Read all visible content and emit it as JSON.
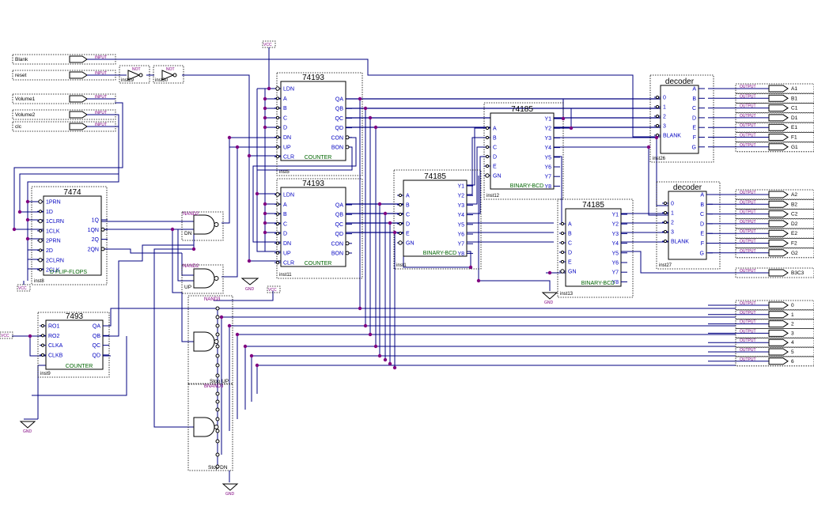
{
  "chips": {
    "u5": {
      "part": "74193",
      "inst": "inst5",
      "title": "COUNTER",
      "pins_left": [
        "LDN",
        "A",
        "B",
        "C",
        "D",
        "DN",
        "UP",
        "CLR"
      ],
      "pins_right": [
        "QA",
        "QB",
        "QC",
        "QD",
        "CON",
        "BON"
      ]
    },
    "u11": {
      "part": "74193",
      "inst": "inst11",
      "title": "COUNTER",
      "pins_left": [
        "LDN",
        "A",
        "B",
        "C",
        "D",
        "DN",
        "UP",
        "CLR"
      ],
      "pins_right": [
        "QA",
        "QB",
        "QC",
        "QD",
        "CON",
        "BON"
      ]
    },
    "u12": {
      "part": "74185",
      "inst": "inst12",
      "title": "BINARY-BCD",
      "pins_left": [
        "A",
        "B",
        "C",
        "D",
        "E",
        "GN"
      ],
      "pins_right": [
        "Y1",
        "Y2",
        "Y3",
        "Y4",
        "Y5",
        "Y6",
        "Y7",
        "Y8"
      ]
    },
    "u1": {
      "part": "74185",
      "inst": "inst1",
      "title": "BINARY-BCD",
      "pins_left": [
        "A",
        "B",
        "C",
        "D",
        "E",
        "GN"
      ],
      "pins_right": [
        "Y1",
        "Y2",
        "Y3",
        "Y4",
        "Y5",
        "Y6",
        "Y7",
        "Y8"
      ]
    },
    "u13": {
      "part": "74185",
      "inst": "inst13",
      "title": "BINARY-BCD",
      "pins_left": [
        "A",
        "B",
        "C",
        "D",
        "E",
        "GN"
      ],
      "pins_right": [
        "Y1",
        "Y2",
        "Y3",
        "Y4",
        "Y5",
        "Y6",
        "Y7",
        "Y8"
      ]
    },
    "ff": {
      "part": "7474",
      "inst": "inst8",
      "title": "D FLIP-FLOPS",
      "pins_left": [
        "1PRN",
        "1D",
        "1CLRN",
        "1CLK",
        "2PRN",
        "2D",
        "2CLRN",
        "2CLK"
      ],
      "pins_right": [
        "1Q",
        "1QN",
        "2Q",
        "2QN"
      ]
    },
    "cnt": {
      "part": "7493",
      "inst": "inst9",
      "title": "COUNTER",
      "pins_left": [
        "RO1",
        "RO2",
        "CLKA",
        "CLKB"
      ],
      "pins_right": [
        "QA",
        "QB",
        "QC",
        "QD"
      ]
    },
    "dec1": {
      "part": "decoder",
      "inst": "inst26",
      "pins_left": [
        "0",
        "1",
        "2",
        "3",
        "BLANK"
      ],
      "pins_right": [
        "A",
        "B",
        "C",
        "D",
        "E",
        "F",
        "G"
      ]
    },
    "dec2": {
      "part": "decoder",
      "inst": "inst27",
      "pins_left": [
        "0",
        "1",
        "2",
        "3",
        "BLANK"
      ],
      "pins_right": [
        "A",
        "B",
        "C",
        "D",
        "E",
        "F",
        "G"
      ]
    }
  },
  "inputs": [
    "Blank",
    "reset",
    "Volume1",
    "Volume2",
    "clc"
  ],
  "input_tag": "INPUT",
  "nots": [
    {
      "inst": "inst29",
      "tag": "NOT"
    },
    {
      "inst": "inst30",
      "tag": "NOT"
    }
  ],
  "nands": [
    {
      "tag": "NAND2",
      "label": "DN"
    },
    {
      "tag": "NAND2",
      "label": "UP"
    },
    {
      "tag": "NAND3",
      "label": "Stop UP"
    },
    {
      "tag": "BNAND3",
      "label": "Stop DN"
    }
  ],
  "power": {
    "vcc": "VCC",
    "gnd": "GND"
  },
  "output_tag": "OUTPUT",
  "outputs_dec1": [
    "A1",
    "B1",
    "C1",
    "D1",
    "E1",
    "F1",
    "G1"
  ],
  "outputs_dec2": [
    "A2",
    "B2",
    "C2",
    "D2",
    "E2",
    "F2",
    "G2"
  ],
  "output_misc": "B3C3",
  "outputs_bottom": [
    "0",
    "1",
    "2",
    "3",
    "4",
    "5",
    "6"
  ]
}
